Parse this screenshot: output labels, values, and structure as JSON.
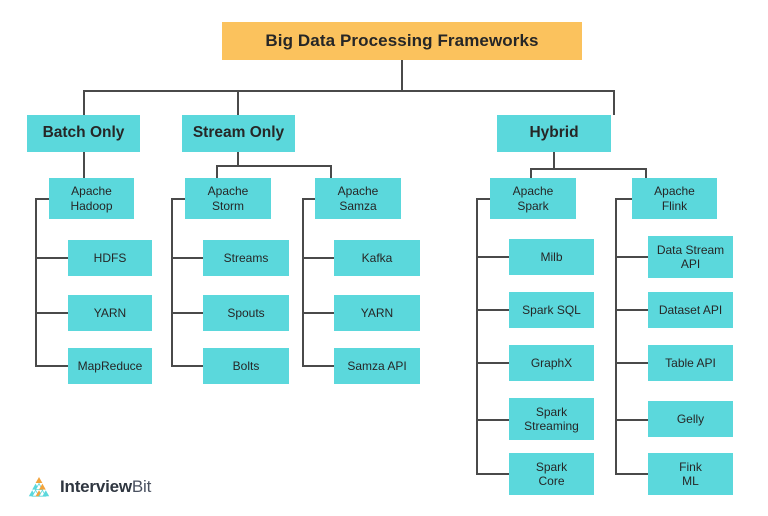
{
  "diagram": {
    "title": "Big Data Processing Frameworks",
    "colors": {
      "root_fill": "#fbc25d",
      "node_fill": "#5bd8dc",
      "connector": "#4a4a4a",
      "text": "#262626",
      "background": "#ffffff"
    },
    "categories": [
      {
        "label": "Batch Only",
        "frameworks": [
          {
            "label": "Apache\nHadoop",
            "components": [
              "HDFS",
              "YARN",
              "MapReduce"
            ]
          }
        ]
      },
      {
        "label": "Stream Only",
        "frameworks": [
          {
            "label": "Apache\nStorm",
            "components": [
              "Streams",
              "Spouts",
              "Bolts"
            ]
          },
          {
            "label": "Apache\nSamza",
            "components": [
              "Kafka",
              "YARN",
              "Samza API"
            ]
          }
        ]
      },
      {
        "label": "Hybrid",
        "frameworks": [
          {
            "label": "Apache\nSpark",
            "components": [
              "Milb",
              "Spark SQL",
              "GraphX",
              "Spark\nStreaming",
              "Spark\nCore"
            ]
          },
          {
            "label": "Apache\nFlink",
            "components": [
              "Data Stream\nAPI",
              "Dataset API",
              "Table API",
              "Gelly",
              "Fink\nML"
            ]
          }
        ]
      }
    ]
  },
  "logo": {
    "name_primary": "Interview",
    "name_secondary": "Bit",
    "mark": "pyramid-triangles-logo"
  }
}
